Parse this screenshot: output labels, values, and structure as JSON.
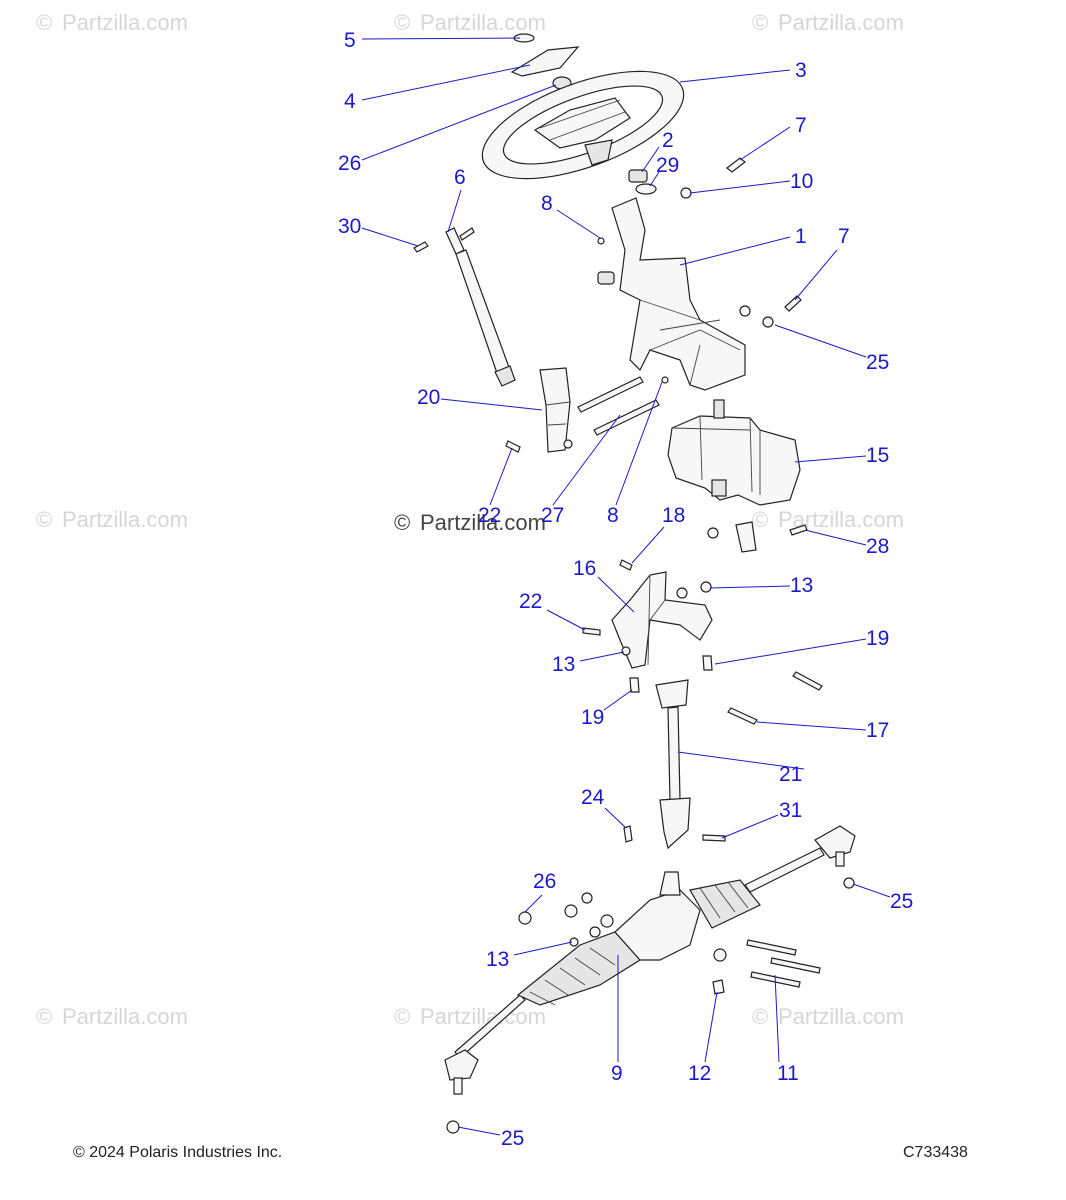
{
  "watermark_text": "Partzilla.com",
  "copyright": "© 2024 Polaris Industries Inc.",
  "drawing_number": "C733438",
  "callouts": [
    "5",
    "4",
    "26",
    "3",
    "7",
    "2",
    "29",
    "10",
    "8",
    "6",
    "30",
    "1",
    "7",
    "25",
    "20",
    "15",
    "22",
    "27",
    "8",
    "18",
    "28",
    "16",
    "13",
    "22",
    "13",
    "19",
    "19",
    "17",
    "21",
    "24",
    "31",
    "26",
    "25",
    "13",
    "9",
    "12",
    "11",
    "25"
  ],
  "colors": {
    "callout": "#1a1acc",
    "line_art": "#222222",
    "watermark": "#d6d6d6"
  }
}
